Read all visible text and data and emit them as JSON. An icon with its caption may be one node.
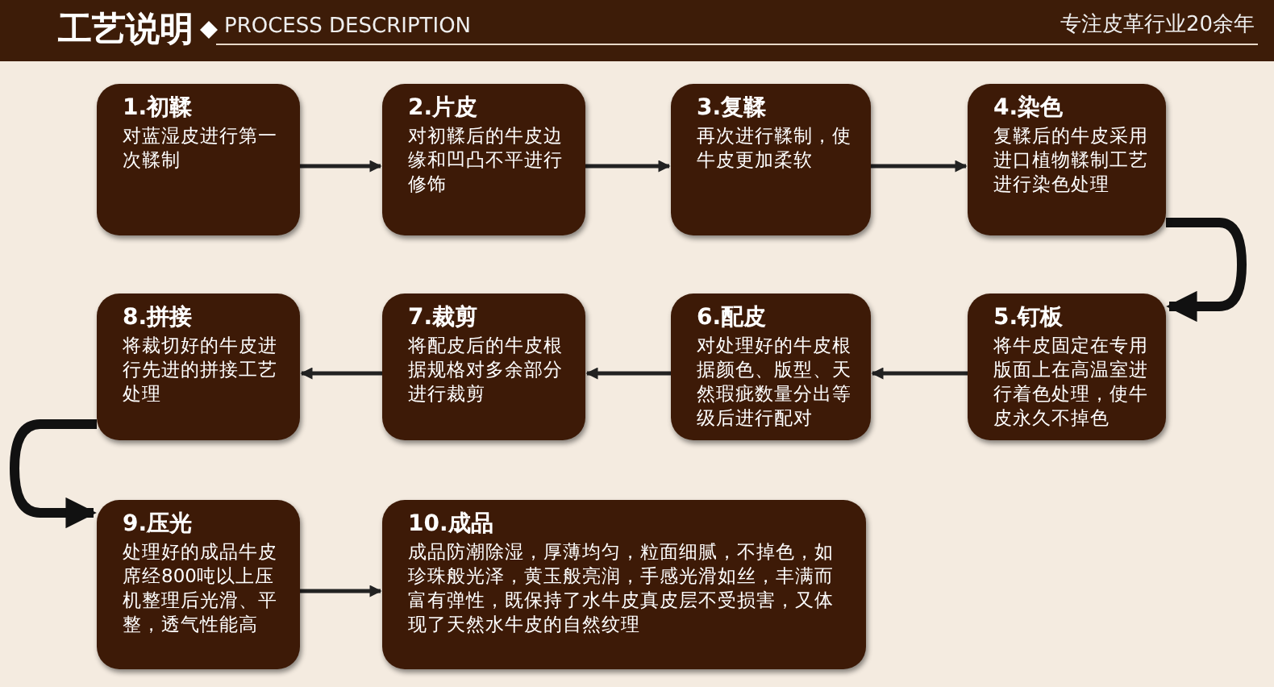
{
  "diagram": {
    "title": "工艺说明",
    "nodes": [
      {
        "text": [
          "1.初鞣",
          "对蓝湿皮进行第一次鞣制"
        ]
      },
      {
        "text": [
          "2.片皮",
          "对初鞣后的牛皮边缘和凹凸不平进行修饰"
        ]
      },
      {
        "text": [
          "3.复鞣",
          "再次进行鞣制，使牛皮更加柔软"
        ]
      },
      {
        "text": [
          "4.染色",
          "复鞣后的牛皮采用进口植物鞣制工艺进行染色处理"
        ]
      },
      {
        "text": [
          "5.钉板",
          "将牛皮固定在专用版面上在高温室进行着色处理，使牛皮永久不掉色"
        ]
      },
      {
        "text": [
          "6.配皮",
          "对处理好的牛皮根据颜色、版型、天然瑕疵数量分出等级后进行配对"
        ]
      },
      {
        "text": [
          "7.裁剪",
          "将配皮后的牛皮根据规格对多余部分进行裁剪"
        ]
      },
      {
        "text": [
          "8.拼接",
          "将裁切好的牛皮进行先进的拼接工艺处理"
        ]
      },
      {
        "text": [
          "9.压光",
          "处理好的成品牛皮席经800吨以上压机整理后光滑、平整，透气性能高"
        ]
      },
      {
        "text": [
          "10.成品",
          "成品防潮除湿，厚薄均匀，粒面细腻，不掉色，如珍珠般光泽，黄玉般亮润，手感光滑如丝，丰满而富有弹性，既保持了水牛皮真皮层不受损害，又体现了天然水牛皮的自然纹理"
        ]
      }
    ],
    "edges": [
      {
        "from": 0,
        "to": 1,
        "arrow": "to"
      },
      {
        "from": 1,
        "to": 2,
        "arrow": "to"
      },
      {
        "from": 2,
        "to": 3,
        "arrow": "to"
      },
      {
        "from": 3,
        "to": 4,
        "arrow": "to",
        "style": "thick"
      },
      {
        "from": 4,
        "to": 5,
        "arrow": "to"
      },
      {
        "from": 5,
        "to": 6,
        "arrow": "to"
      },
      {
        "from": 6,
        "to": 7,
        "arrow": "to"
      },
      {
        "from": 7,
        "to": 8,
        "arrow": "to",
        "style": "thick"
      },
      {
        "from": 8,
        "to": 9,
        "arrow": "to"
      }
    ],
    "labels": [
      "PROCESS DESCRIPTION",
      "专注皮革行业20余年"
    ]
  }
}
